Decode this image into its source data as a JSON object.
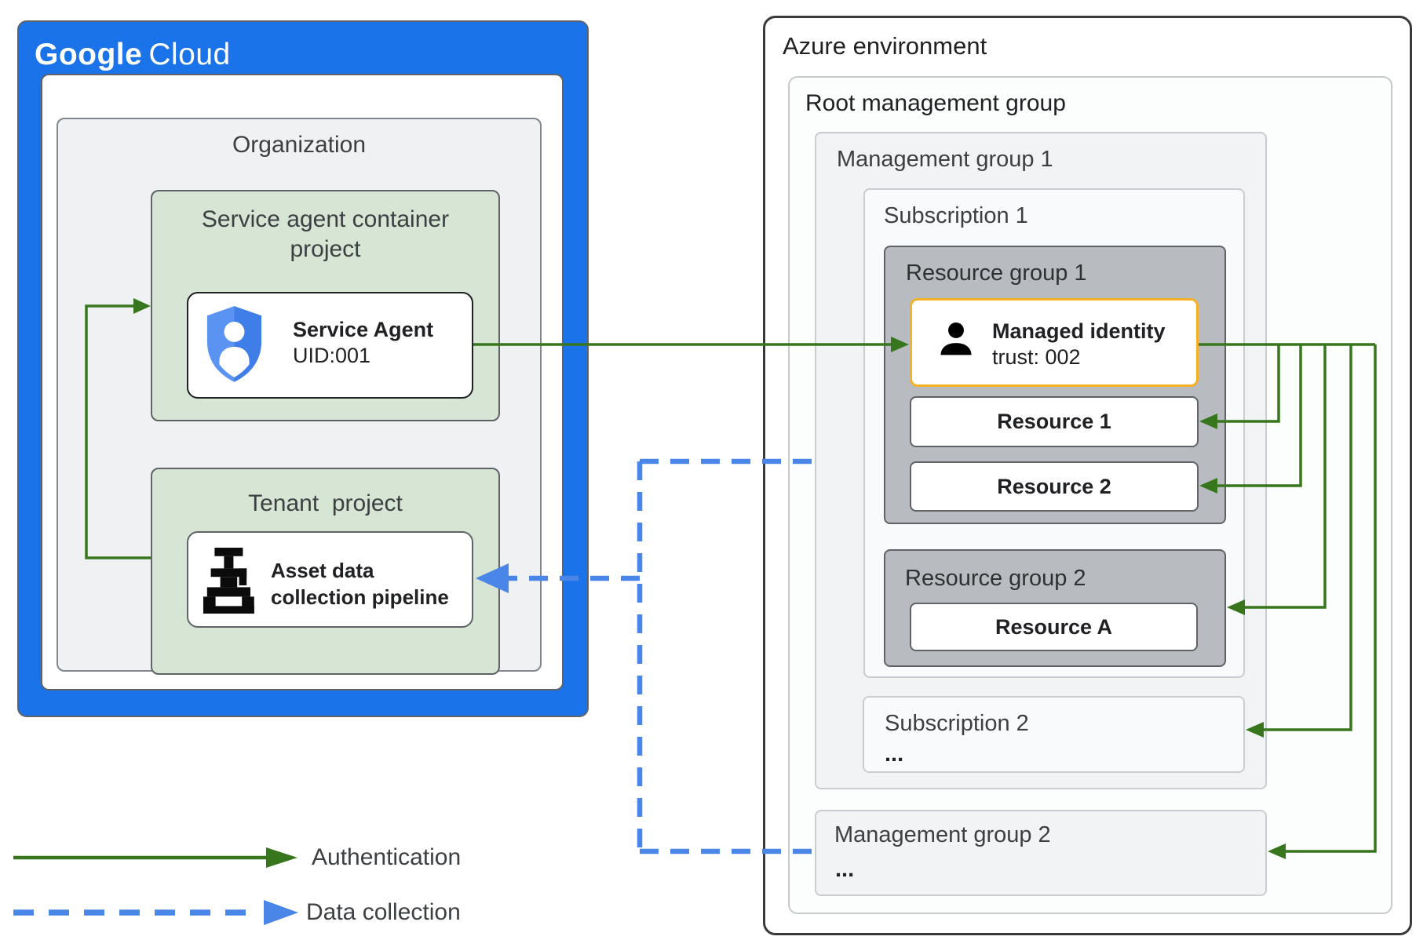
{
  "gcp": {
    "logo_word1": "Google",
    "logo_word2": "Cloud",
    "organization_label": "Organization",
    "service_agent_container_line1": "Service agent container",
    "service_agent_container_line2": "project",
    "service_agent_title": "Service Agent",
    "service_agent_uid": "UID:001",
    "tenant_project_label": "Tenant  project",
    "pipeline_line1": "Asset data",
    "pipeline_line2": "collection pipeline"
  },
  "azure": {
    "environment_label": "Azure environment",
    "root_management_group_label": "Root management group",
    "management_group1_label": "Management group 1",
    "subscription1_label": "Subscription 1",
    "resource_group1_label": "Resource group 1",
    "managed_identity_title": "Managed identity",
    "managed_identity_trust": "trust: 002",
    "resource1_label": "Resource 1",
    "resource2_label": "Resource 2",
    "resource_group2_label": "Resource group 2",
    "resourceA_label": "Resource A",
    "subscription2_label": "Subscription 2",
    "subscription2_ellipsis": "...",
    "management_group2_label": "Management group 2",
    "management_group2_ellipsis": "..."
  },
  "legend": {
    "authentication_label": "Authentication",
    "data_collection_label": "Data collection"
  },
  "colors": {
    "google_blue": "#1a73e8",
    "green_project_fill": "#d6e5d4",
    "auth_arrow_green": "#38761d",
    "data_arrow_blue": "#4a86e8",
    "managed_identity_border": "#f6b026",
    "resource_group_gray": "#b8bcc0",
    "label_gray": "#3c4043"
  }
}
